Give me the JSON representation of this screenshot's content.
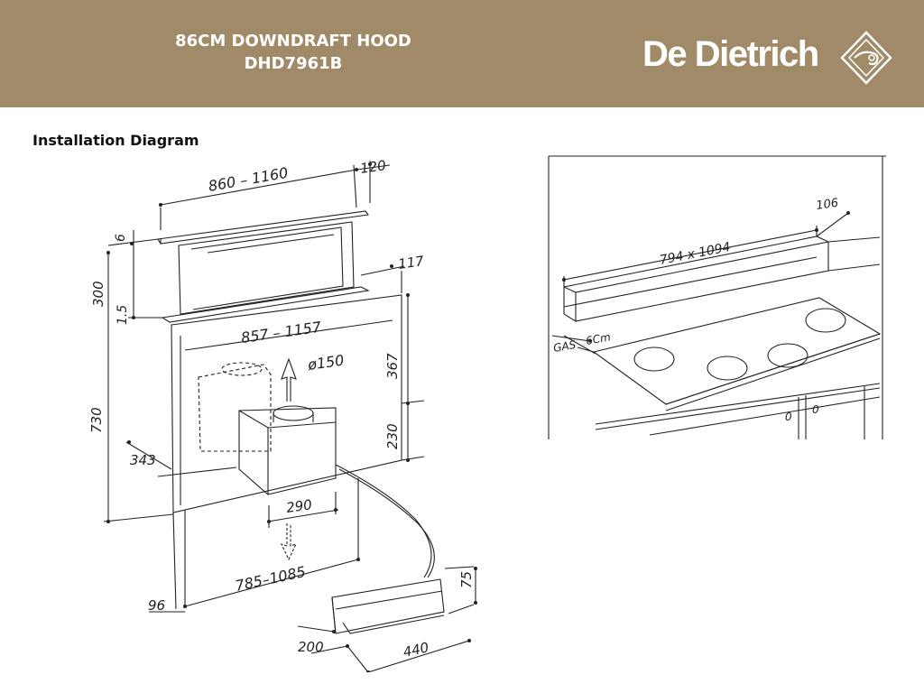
{
  "header": {
    "title_line1": "86CM DOWNDRAFT HOOD",
    "title_line2": "DHD7961B",
    "brand": "De Dietrich",
    "brand_logo_icon": "diamond-horn-logo-icon",
    "background_color": "#a08a67"
  },
  "section": {
    "heading": "Installation Diagram"
  },
  "main_diagram": {
    "dimensions": {
      "top_width": "860 – 1160",
      "top_depth": "120",
      "panel_thickness": "6",
      "rise_height": "300",
      "step": "1.5",
      "lower_width": "857 – 1157",
      "side_offset": "117",
      "duct_diameter": "ø150",
      "upper_height": "367",
      "total_height": "730",
      "box_height": "230",
      "bottom_offset": "343",
      "box_width": "290",
      "base_width": "785–1085",
      "base_depth": "96",
      "motor_height": "75",
      "motor_depth": "200",
      "motor_width": "440"
    }
  },
  "detail_diagram": {
    "dimensions": {
      "slot_height": "106",
      "cutout": "794 x 1094",
      "gas_label": "GAS",
      "gap": "6Cm",
      "knob_a": "0",
      "knob_b": "0"
    }
  }
}
